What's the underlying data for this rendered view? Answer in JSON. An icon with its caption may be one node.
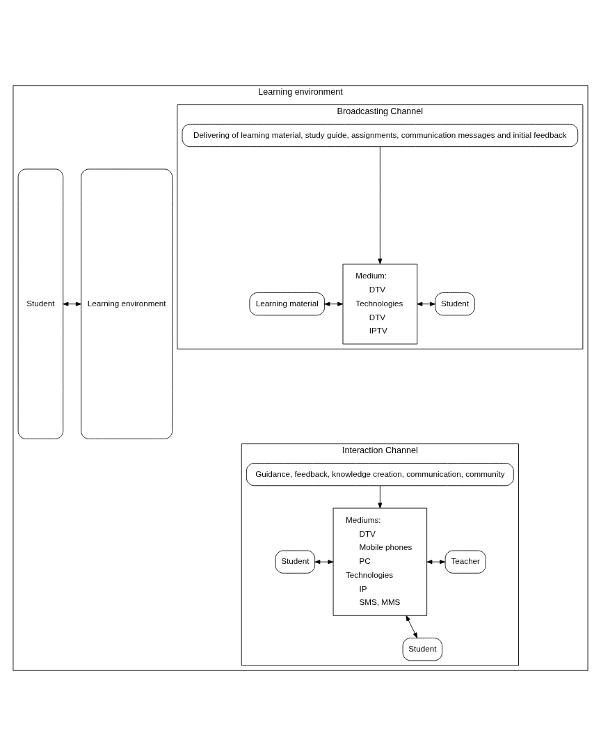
{
  "diagram": {
    "nodes": [
      {
        "text": [
          "Learning environment"
        ]
      },
      {
        "text": [
          "Learning environment"
        ],
        "in": 0
      },
      {
        "text": [
          "Broadcasting Channel"
        ],
        "in": 0
      },
      {
        "text": [
          "Delivering of learning material, study guide, assignments, communication messages and initial feedback"
        ],
        "in": 2
      },
      {
        "text": [
          "Learning material"
        ],
        "in": 2
      },
      {
        "text": [
          "Medium:",
          "DTV",
          "Technologies",
          "DTV",
          "IPTV"
        ],
        "in": 2
      },
      {
        "text": [
          "Student"
        ],
        "in": 2
      },
      {
        "text": [
          "Interaction Channel"
        ],
        "in": 0
      },
      {
        "text": [
          "Guidance, feedback, knowledge creation, communication, community"
        ],
        "in": 7
      },
      {
        "text": [
          "Student"
        ],
        "in": 7
      },
      {
        "text": [
          "Mediums:",
          "DTV",
          "Mobile phones",
          "PC",
          "Technologies",
          "IP",
          "SMS, MMS"
        ],
        "in": 7
      },
      {
        "text": [
          "Teacher"
        ],
        "in": 7
      },
      {
        "text": [
          "Student"
        ],
        "in": 7
      },
      {
        "text": [
          "Student"
        ],
        "in": 0
      }
    ],
    "edges": [
      {
        "from": 3,
        "to": 5,
        "arrow": "to"
      },
      {
        "from": 4,
        "to": 5,
        "arrow": "both"
      },
      {
        "from": 5,
        "to": 6,
        "arrow": "both"
      },
      {
        "from": 1,
        "to": 13,
        "arrow": "both"
      },
      {
        "from": 8,
        "to": 10,
        "arrow": "to"
      },
      {
        "from": 9,
        "to": 10,
        "arrow": "both"
      },
      {
        "from": 10,
        "to": 11,
        "arrow": "both"
      },
      {
        "from": 10,
        "to": 12,
        "arrow": "both"
      }
    ]
  }
}
